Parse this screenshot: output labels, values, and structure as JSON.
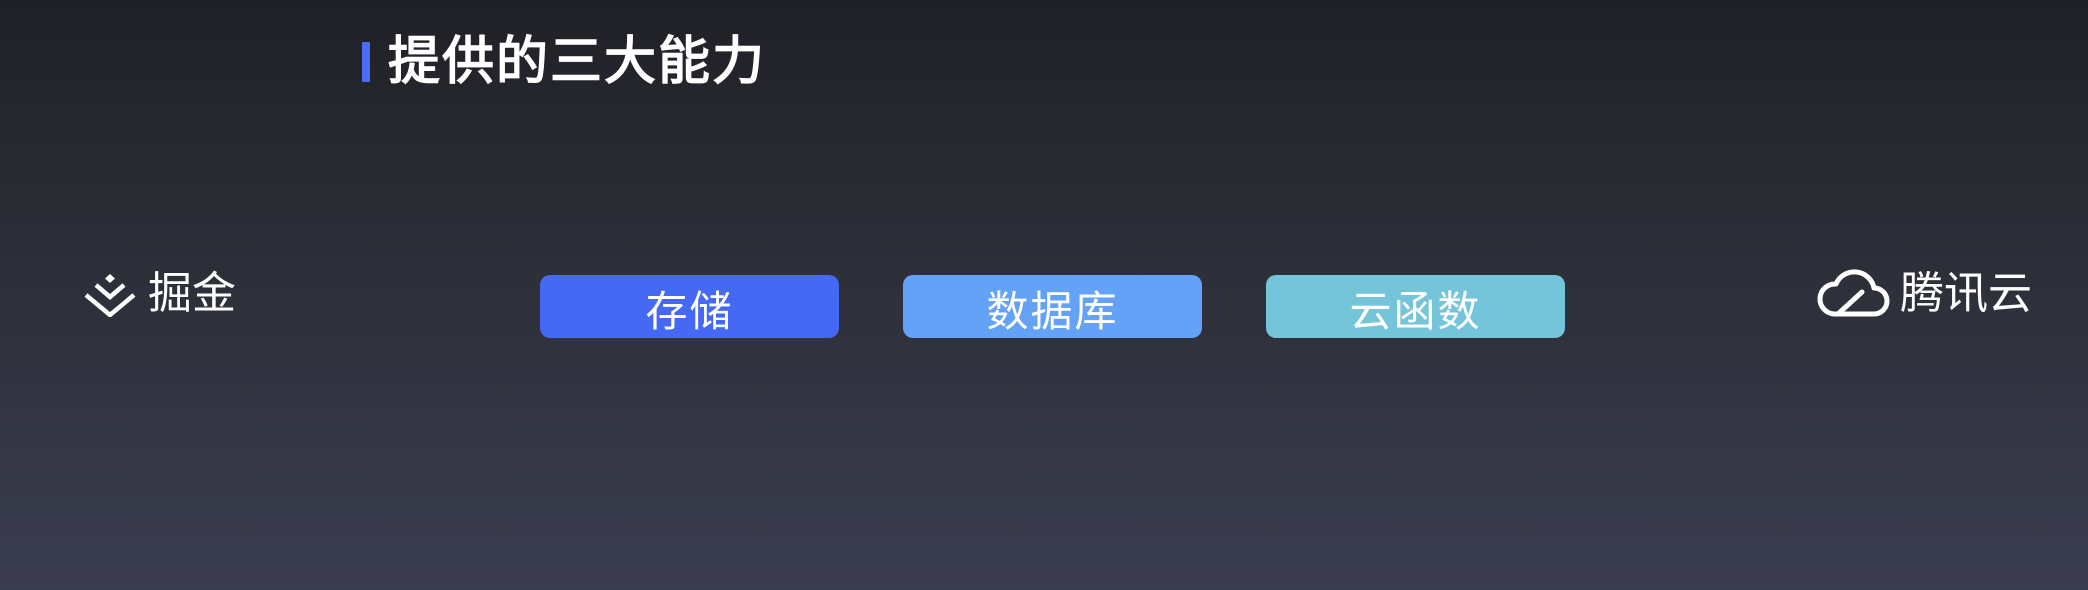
{
  "header": {
    "title": "提供的三大能力",
    "accent_color": "#4a6cf7"
  },
  "brand_left": {
    "icon": "juejin-logo-icon",
    "name": "掘金"
  },
  "capabilities": [
    {
      "label": "存储",
      "color": "#4568f5"
    },
    {
      "label": "数据库",
      "color": "#63a2f6"
    },
    {
      "label": "云函数",
      "color": "#74c5da"
    }
  ],
  "brand_right": {
    "icon": "cloud-logo-icon",
    "name": "腾讯云"
  }
}
